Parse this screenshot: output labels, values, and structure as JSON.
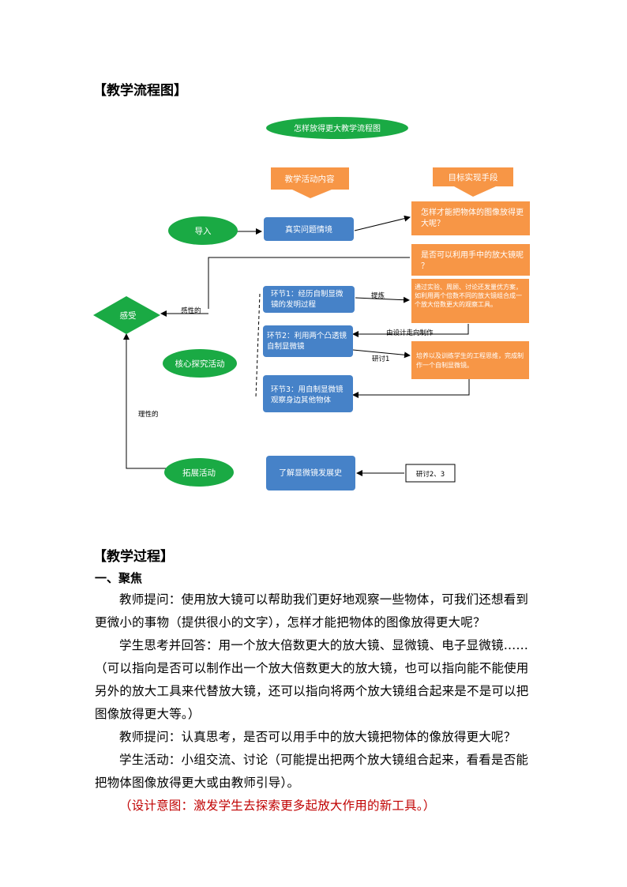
{
  "headings": {
    "flowchart": "【教学流程图】",
    "process": "【教学过程】"
  },
  "flowchart": {
    "title": "怎样放得更大教学流程图",
    "col_left": "教学活动内容",
    "col_right": "目标实现手段",
    "intro": "导入",
    "core": "核心探究活动",
    "extend": "拓展活动",
    "feel": "感受",
    "real_problem": "真实问题情境",
    "link1": "环节1：经历自制显微镜的发明过程",
    "link2": "环节2：利用两个凸透镜自制显微镜",
    "link3": "环节3：用自制显微镜观察身边其他物体",
    "history": "了解显微镜发展史",
    "q1": "怎样才能把物体的图像放得更大呢？",
    "q2": "是否可以利用手中的放大镜呢？",
    "means1": "通过实验、周顾、讨论还发量优方案，如利用两个倍数不同的放大镜组合成一个放大倍数更大的观察工具。",
    "means2": "培养以及训练学生的工程思维，完成制作一个自制显微镜。",
    "lbl_perceptual": "感性的",
    "lbl_rational": "理性的",
    "lbl_raise": "提炼",
    "lbl_design": "由设计走向制作",
    "lbl_study1": "研讨1",
    "lbl_study23": "研讨2、3",
    "colors": {
      "green": "#1aaa44",
      "blue": "#4682c8",
      "orange": "#f79646"
    }
  },
  "section1": {
    "heading": "一、聚焦",
    "p1": "教师提问：使用放大镜可以帮助我们更好地观察一些物体，可我们还想看到更微小的事物（提供很小的文字），怎样才能把物体的图像放得更大呢？",
    "p2a": "学生思考并回答：用一个放大倍数更大的放大镜、显微镜、电子显微镜……",
    "p2b": "（可以指向是否可以制作出一个放大倍数更大的放大镜，也可以指向能不能使用另外的放大工具来代替放大镜，还可以指向将两个放大镜组合起来是不是可以把图像放得更大等。）",
    "p3": "教师提问：认真思考，是否可以用手中的放大镜把物体的像放得更大呢？",
    "p4": "学生活动：小组交流、讨论（可能提出把两个放大镜组合起来，看看是否能把物体图像放得更大或由教师引导）。",
    "design": "（设计意图：激发学生去探索更多起放大作用的新工具。）"
  }
}
